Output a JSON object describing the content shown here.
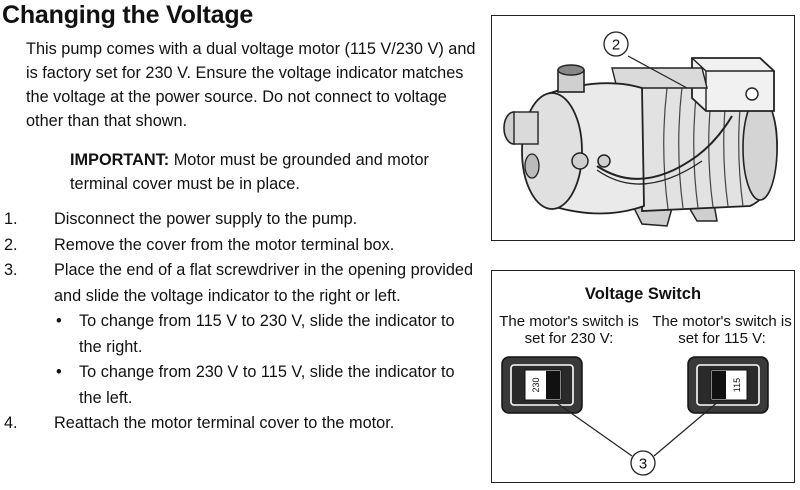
{
  "heading": "Changing the Voltage",
  "intro": "This pump comes with a dual voltage motor (115 V/230 V) and is factory set for 230 V. Ensure the voltage indicator matches the voltage at the power source. Do not connect to voltage other than that shown.",
  "important": {
    "label": "IMPORTANT:",
    "text": " Motor must be grounded and motor terminal cover must be in place."
  },
  "steps": [
    {
      "num": "1.",
      "text": "Disconnect the power supply to the pump."
    },
    {
      "num": "2.",
      "text": "Remove the cover from the motor terminal box."
    },
    {
      "num": "3.",
      "text": "Place the end of a flat screwdriver in the opening provided and slide the voltage indicator to the right or left."
    },
    {
      "num": "4.",
      "text": "Reattach the motor terminal cover to the motor."
    }
  ],
  "bullets": [
    {
      "dot": "•",
      "text": "To change from 115 V to 230 V, slide the indicator to the right."
    },
    {
      "dot": "•",
      "text": "To change from 230 V to 115 V, slide the indicator to the left."
    }
  ],
  "pump_figure": {
    "callout": "2",
    "icon": "jet-pump-illustration"
  },
  "switch_figure": {
    "title": "Voltage Switch",
    "left_caption": "The motor's switch is set for 230 V:",
    "right_caption": "The motor's switch is set for 115 V:",
    "left_switch_label": "230",
    "right_switch_label": "115",
    "callout": "3"
  }
}
